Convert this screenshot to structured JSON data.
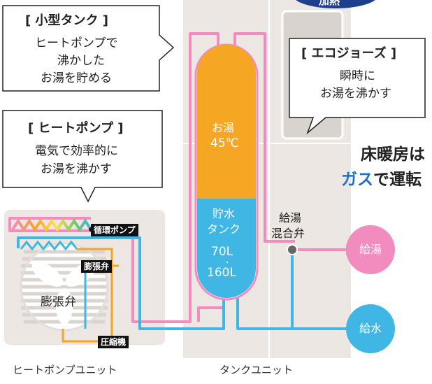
{
  "callouts": {
    "small_tank": {
      "title": "[ 小型タンク ]",
      "lines": [
        "ヒートポンプで",
        "沸かした",
        "お湯を貯める"
      ]
    },
    "heat_pump": {
      "title": "[ ヒートポンプ ]",
      "lines": [
        "電気で効率的に",
        "お湯を沸かす"
      ]
    },
    "eco_jozu": {
      "title": "[ エコジョーズ ]",
      "lines": [
        "瞬時に",
        "お湯を沸かす"
      ]
    }
  },
  "top_badge": "加熱",
  "floor_heating": {
    "line1": "床暖房は",
    "line2_accent": "ガス",
    "line2_rest": "で運転"
  },
  "tank": {
    "hot_water": "お湯",
    "temp": "45℃",
    "storage": "貯水",
    "tank_word": "タンク",
    "cap1": "70L",
    "cap2": "160L"
  },
  "valve": {
    "line1": "給湯",
    "line2": "混合弁"
  },
  "outputs": {
    "hot_supply": "給湯",
    "water_supply": "給水"
  },
  "heat_pump_parts": {
    "pump": "循環ポンプ",
    "expansion_valve_small": "膨張弁",
    "expansion_valve_large": "膨張弁",
    "compressor": "圧縮機"
  },
  "unit_labels": {
    "heat_pump_unit": "ヒートポンプユニット",
    "tank_unit": "タンクユニット"
  },
  "colors": {
    "pink": "#F28BBE",
    "blue": "#3FB6E4",
    "orange": "#F5A623",
    "navy": "#1E3F8C",
    "unit_bg": "#ECE7E2"
  }
}
